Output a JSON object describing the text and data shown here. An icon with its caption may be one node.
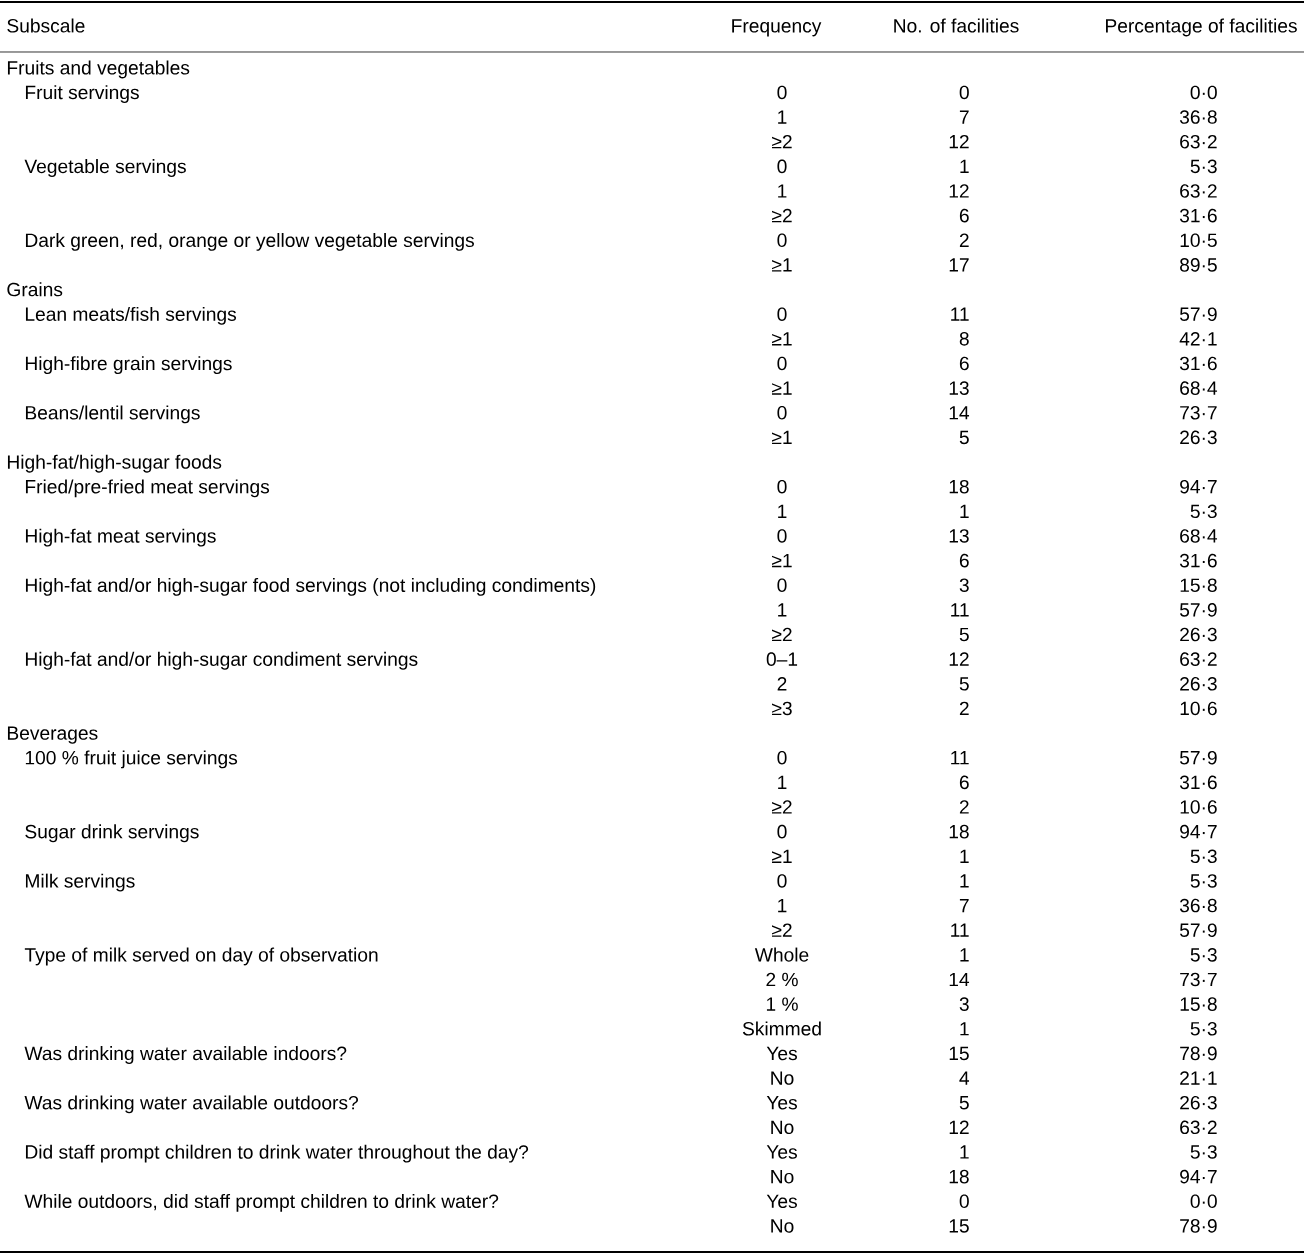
{
  "diagram": {
    "labels": [
      "Subscale",
      "Frequency",
      "No. of facilities",
      "Percentage of facilities",
      "Fruits and vegetables",
      "Fruit servings",
      "0",
      "0",
      "0·0",
      "1",
      "7",
      "36·8",
      "≥2",
      "12",
      "63·2",
      "Vegetable servings",
      "0",
      "1",
      "5·3",
      "1",
      "12",
      "63·2",
      "≥2",
      "6",
      "31·6",
      "Dark green, red, orange or yellow vegetable servings",
      "0",
      "2",
      "10·5",
      "≥1",
      "17",
      "89·5",
      "Grains",
      "Lean meats/fish servings",
      "0",
      "11",
      "57·9",
      "≥1",
      "8",
      "42·1",
      "High-fibre grain servings",
      "0",
      "6",
      "31·6",
      "≥1",
      "13",
      "68·4",
      "Beans/lentil servings",
      "0",
      "14",
      "73·7",
      "≥1",
      "5",
      "26·3",
      "High-fat/high-sugar foods",
      "Fried/pre-fried meat servings",
      "0",
      "18",
      "94·7",
      "1",
      "1",
      "5·3",
      "High-fat meat servings",
      "0",
      "13",
      "68·4",
      "≥1",
      "6",
      "31·6",
      "High-fat and/or high-sugar food servings (not including condiments)",
      "0",
      "3",
      "15·8",
      "1",
      "11",
      "57·9",
      "≥2",
      "5",
      "26·3",
      "High-fat and/or high-sugar condiment servings",
      "0–1",
      "12",
      "63·2",
      "2",
      "5",
      "26·3",
      "≥3",
      "2",
      "10·6",
      "Beverages",
      "100 % fruit juice servings",
      "0",
      "11",
      "57·9",
      "1",
      "6",
      "31·6",
      "≥2",
      "2",
      "10·6",
      "Sugar drink servings",
      "0",
      "18",
      "94·7",
      "≥1",
      "1",
      "5·3",
      "Milk servings",
      "0",
      "1",
      "5·3",
      "1",
      "7",
      "36·8",
      "≥2",
      "11",
      "57·9",
      "Type of milk served on day of observation",
      "Whole",
      "1",
      "5·3",
      "2 %",
      "14",
      "73·7",
      "1 %",
      "3",
      "15·8",
      "Skimmed",
      "1",
      "5·3",
      "Was drinking water available indoors?",
      "Yes",
      "15",
      "78·9",
      "No",
      "4",
      "21·1",
      "Was drinking water available outdoors?",
      "Yes",
      "5",
      "26·3",
      "No",
      "12",
      "63·2",
      "Did staff prompt children to drink water throughout the day?",
      "Yes",
      "1",
      "5·3",
      "No",
      "18",
      "94·7",
      "While outdoors, did staff prompt children to drink water?",
      "Yes",
      "0",
      "0·0",
      "No",
      "15",
      "78·9"
    ]
  }
}
